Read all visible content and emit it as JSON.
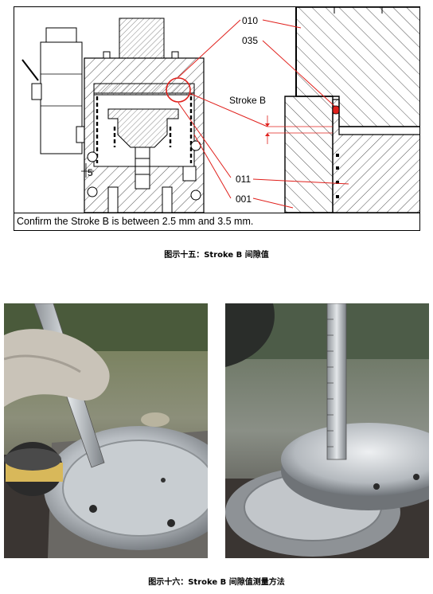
{
  "figure15": {
    "labels": {
      "part_010": "010",
      "part_035": "035",
      "stroke": "Stroke B",
      "part_011": "011",
      "part_001": "001",
      "dim_5": "5"
    },
    "note": "Confirm the Stroke B is between 2.5 mm and 3.5 mm.",
    "caption": "图示十五：Stroke B 间隙值"
  },
  "figure16": {
    "caption": "图示十六：Stroke B 间隙值测量方法"
  },
  "colors": {
    "leader_red": "#e0201c",
    "line_black": "#000000",
    "metal_light": "#c9cdd2",
    "metal_dark": "#5b5f62"
  }
}
